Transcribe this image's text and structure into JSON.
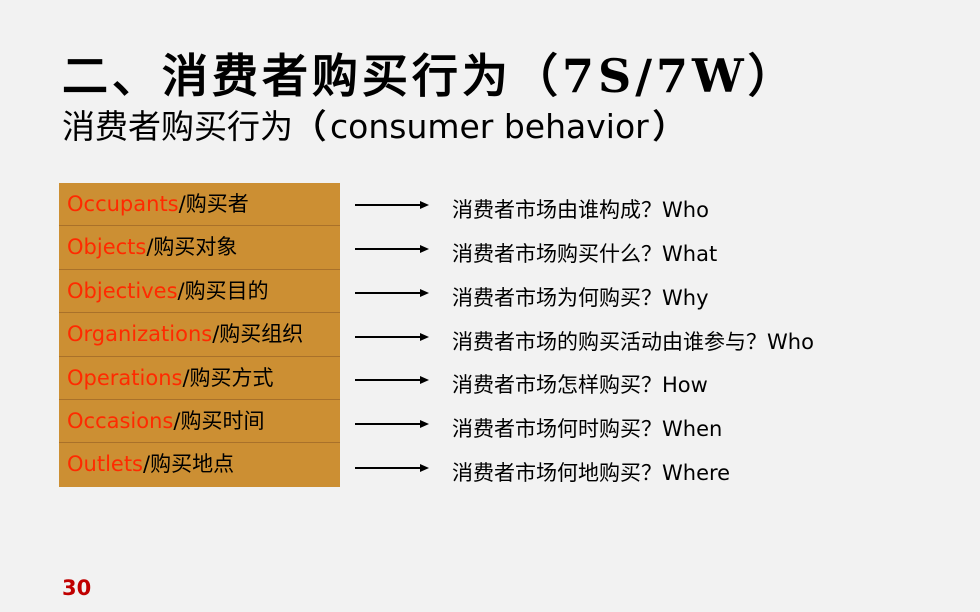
{
  "title": "二、消费者购买行为（7S/7W）",
  "subtitle": {
    "cn": "消费者购买行为",
    "open_paren": "（",
    "en": "consumer behavior",
    "close_paren": "）"
  },
  "rows": [
    {
      "en": "Occupants",
      "cn": "/购买者",
      "desc": "消费者市场由谁构成？Who"
    },
    {
      "en": "Objects",
      "cn": "/购买对象",
      "desc": "消费者市场购买什么？What"
    },
    {
      "en": "Objectives",
      "cn": "/购买目的",
      "desc": "消费者市场为何购买？Why"
    },
    {
      "en": "Organizations",
      "cn": "/购买组织",
      "desc": "消费者市场的购买活动由谁参与？Who"
    },
    {
      "en": "Operations",
      "cn": "/购买方式",
      "desc": "消费者市场怎样购买？How"
    },
    {
      "en": "Occasions",
      "cn": "/购买时间",
      "desc": "消费者市场何时购买？When"
    },
    {
      "en": "Outlets",
      "cn": "/购买地点",
      "desc": "消费者市场何地购买？Where"
    }
  ],
  "page_number": "30",
  "colors": {
    "table_bg": "#cc8f33",
    "term_red": "#ff2a00",
    "page_number": "#c00000"
  }
}
